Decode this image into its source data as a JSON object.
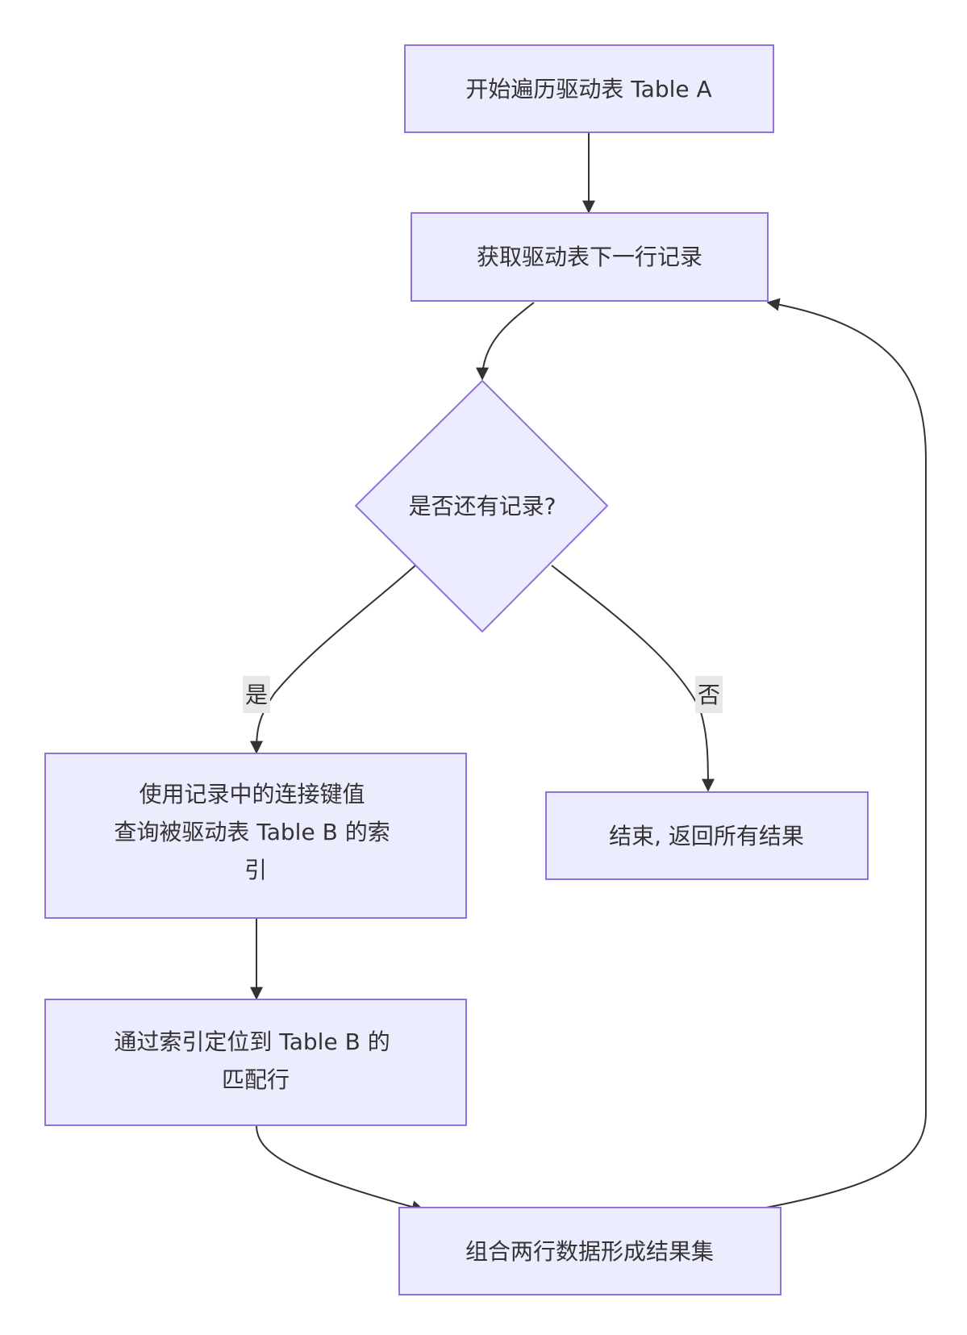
{
  "nodes": {
    "start": [
      "开始遍历驱动表 Table A"
    ],
    "fetch": [
      "获取驱动表下一行记录"
    ],
    "decision": [
      "是否还有记录?"
    ],
    "query": [
      "使用记录中的连接键值",
      "查询被驱动表 Table B 的索",
      "引"
    ],
    "locate": [
      "通过索引定位到 Table B 的",
      "匹配行"
    ],
    "combine": [
      "组合两行数据形成结果集"
    ],
    "end": [
      "结束, 返回所有结果"
    ]
  },
  "edges": {
    "yes_label": "是",
    "no_label": "否"
  },
  "colors": {
    "node_fill": "#ECECFF",
    "node_stroke": "#9370DB",
    "edge": "#333333",
    "label_bg": "#E8E8E8"
  }
}
